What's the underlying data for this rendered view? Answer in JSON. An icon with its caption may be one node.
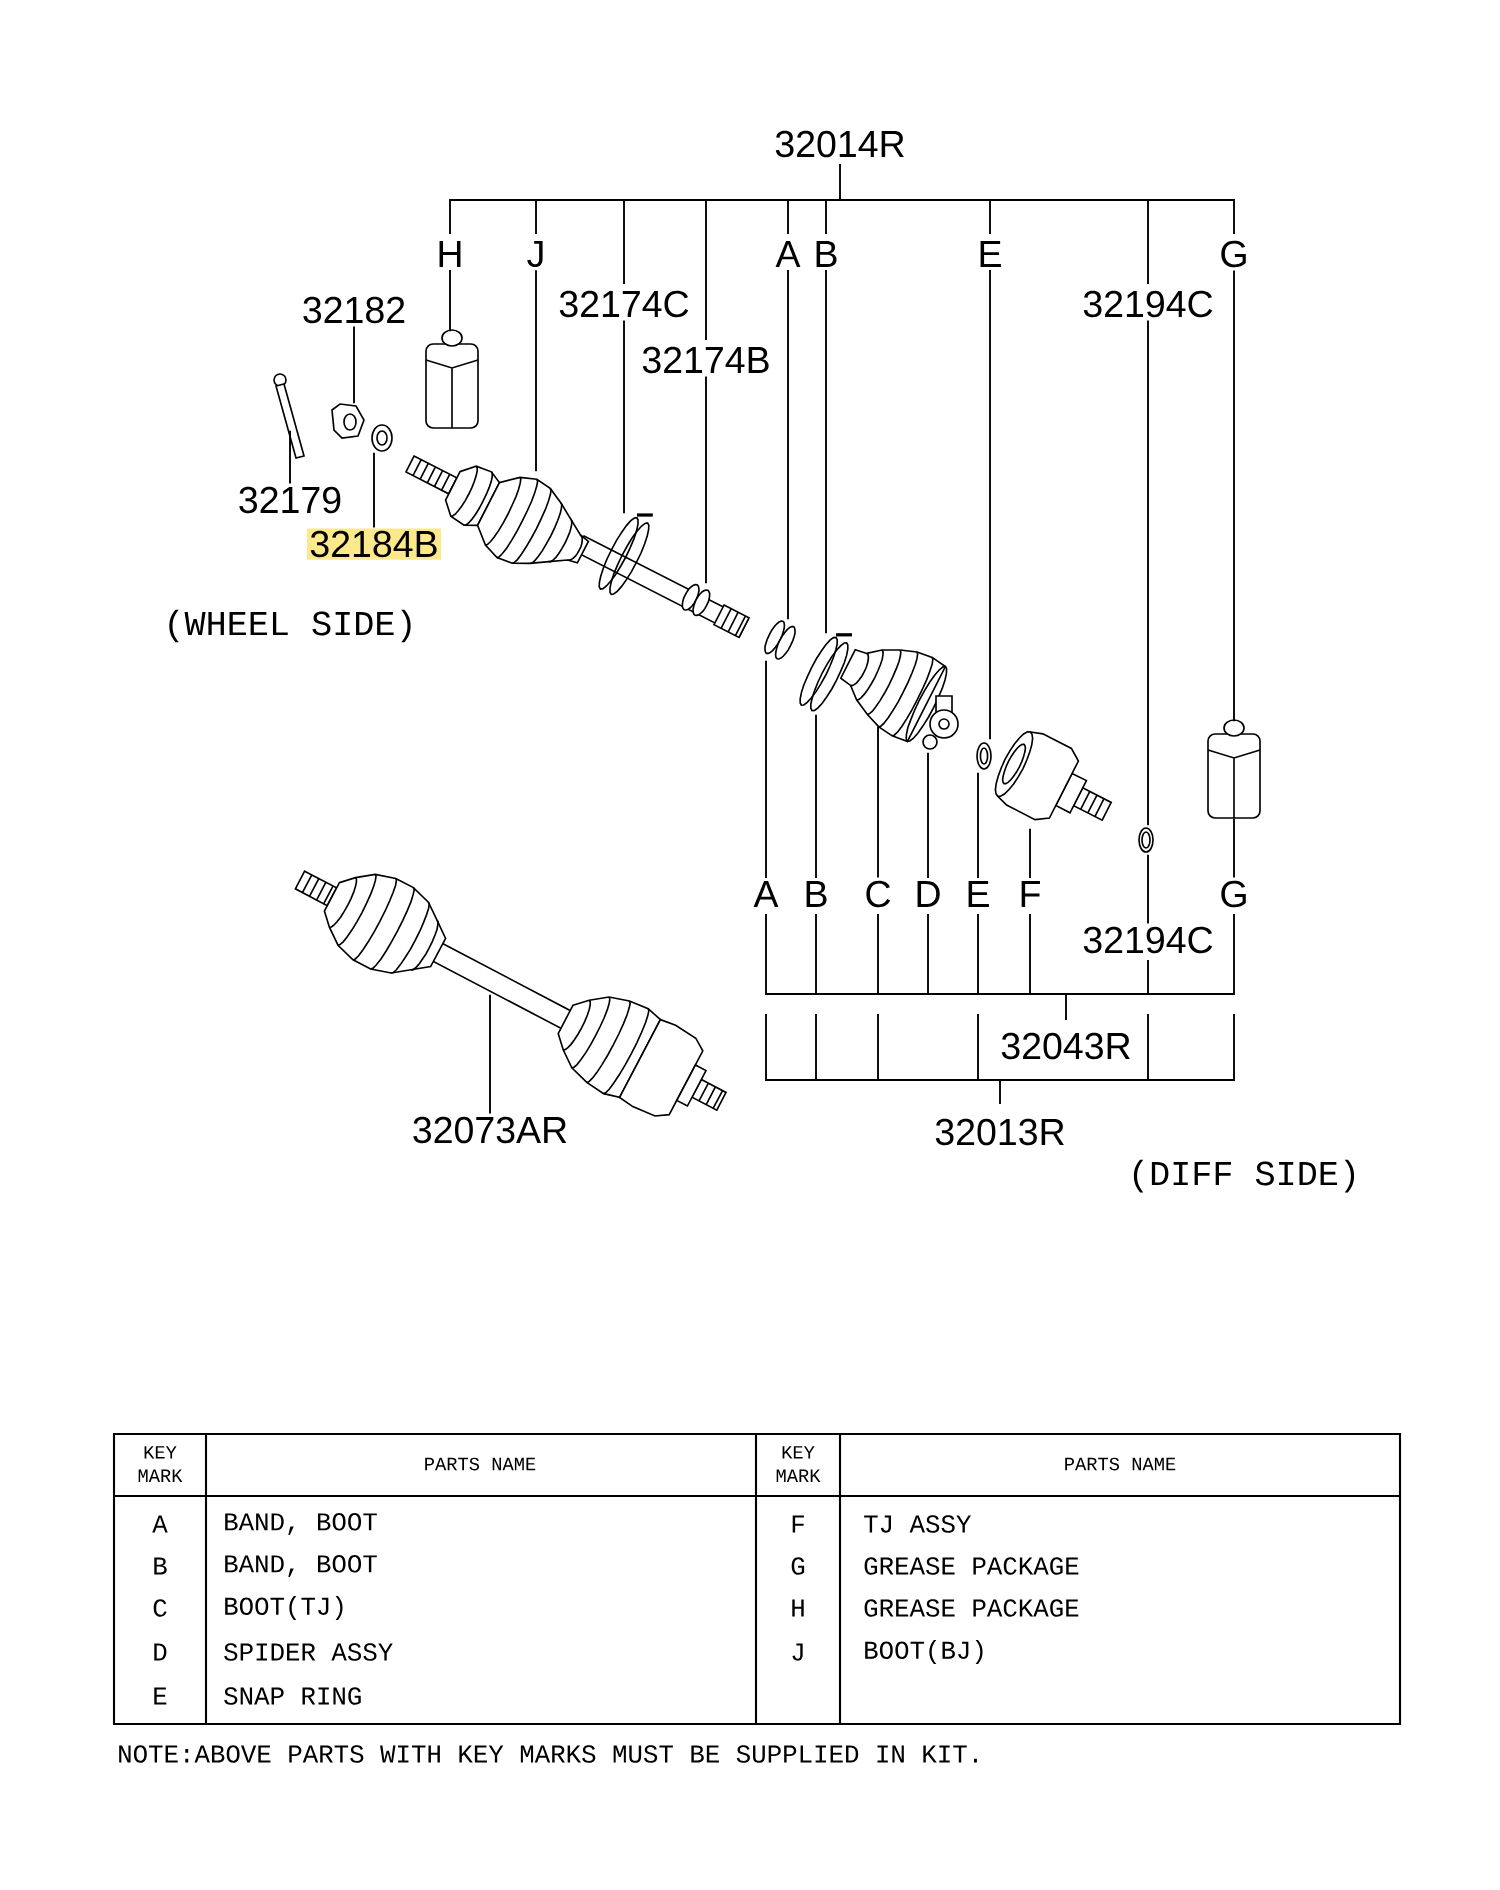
{
  "diagram": {
    "nodes": [
      {
        "text": [
          "H"
        ]
      },
      {
        "text": [
          "J"
        ]
      },
      {
        "text": [
          "32174C"
        ]
      },
      {
        "text": [
          "32174B"
        ]
      },
      {
        "text": [
          "A"
        ]
      },
      {
        "text": [
          "B"
        ]
      },
      {
        "text": [
          "E"
        ]
      },
      {
        "text": [
          "32194C"
        ]
      },
      {
        "text": [
          "G"
        ]
      },
      {
        "text": [
          "32182"
        ]
      },
      {
        "text": [
          "32179"
        ]
      },
      {
        "text": [
          "32184B"
        ]
      },
      {
        "text": [
          "A"
        ]
      },
      {
        "text": [
          "B"
        ]
      },
      {
        "text": [
          "C"
        ]
      },
      {
        "text": [
          "D"
        ]
      },
      {
        "text": [
          "E"
        ]
      },
      {
        "text": [
          "F"
        ]
      },
      {
        "text": [
          "G"
        ]
      },
      {
        "text": [
          "32194C"
        ]
      },
      {
        "text": [
          "32073AR"
        ]
      },
      {
        "text": [],
        "shape": "picture"
      },
      {
        "text": [],
        "shape": "picture"
      },
      {
        "text": [],
        "shape": "picture"
      },
      {
        "text": [],
        "shape": "picture"
      },
      {
        "text": [],
        "shape": "picture"
      },
      {
        "text": [],
        "shape": "picture"
      },
      {
        "text": [],
        "shape": "picture"
      },
      {
        "text": [],
        "shape": "picture"
      },
      {
        "text": [],
        "shape": "picture"
      },
      {
        "text": [],
        "shape": "picture"
      },
      {
        "text": [],
        "shape": "picture"
      },
      {
        "text": [],
        "shape": "picture"
      },
      {
        "text": [],
        "shape": "picture"
      },
      {
        "text": [],
        "shape": "picture"
      },
      {
        "text": [],
        "shape": "picture"
      },
      {
        "text": [],
        "shape": "picture"
      }
    ],
    "edges": [
      {
        "from": 0,
        "to": 24,
        "arrow": "none"
      },
      {
        "from": 1,
        "to": 25,
        "arrow": "none"
      },
      {
        "from": 2,
        "to": 26,
        "arrow": "none"
      },
      {
        "from": 3,
        "to": 27,
        "arrow": "none"
      },
      {
        "from": 4,
        "to": 28,
        "arrow": "none"
      },
      {
        "from": 5,
        "to": 29,
        "arrow": "none"
      },
      {
        "from": 6,
        "to": 32,
        "arrow": "none"
      },
      {
        "from": 7,
        "to": 34,
        "arrow": "none"
      },
      {
        "from": 8,
        "to": 35,
        "arrow": "none"
      },
      {
        "from": 9,
        "to": 22,
        "arrow": "none"
      },
      {
        "from": 10,
        "to": 21,
        "arrow": "none"
      },
      {
        "from": 11,
        "to": 23,
        "arrow": "none"
      },
      {
        "from": 12,
        "to": 28,
        "arrow": "none"
      },
      {
        "from": 13,
        "to": 29,
        "arrow": "none"
      },
      {
        "from": 14,
        "to": 30,
        "arrow": "none"
      },
      {
        "from": 15,
        "to": 31,
        "arrow": "none"
      },
      {
        "from": 16,
        "to": 32,
        "arrow": "none"
      },
      {
        "from": 17,
        "to": 33,
        "arrow": "none"
      },
      {
        "from": 18,
        "to": 35,
        "arrow": "none"
      },
      {
        "from": 19,
        "to": 34,
        "arrow": "none"
      },
      {
        "from": 20,
        "to": 36,
        "arrow": "none"
      }
    ],
    "labels": [
      "32014R",
      "(WHEEL SIDE)",
      "32043R",
      "32013R",
      "(DIFF SIDE)",
      "KEY MARK",
      "PARTS NAME",
      "KEY MARK",
      "PARTS NAME",
      "A",
      "BAND, BOOT",
      "F",
      "TJ ASSY",
      "B",
      "BAND, BOOT",
      "G",
      "GREASE PACKAGE",
      "C",
      "BOOT(TJ)",
      "H",
      "GREASE PACKAGE",
      "D",
      "SPIDER ASSY",
      "J",
      "BOOT(BJ)",
      "E",
      "SNAP RING",
      "NOTE:ABOVE PARTS WITH KEY MARKS MUST BE SUPPLIED IN KIT."
    ]
  }
}
